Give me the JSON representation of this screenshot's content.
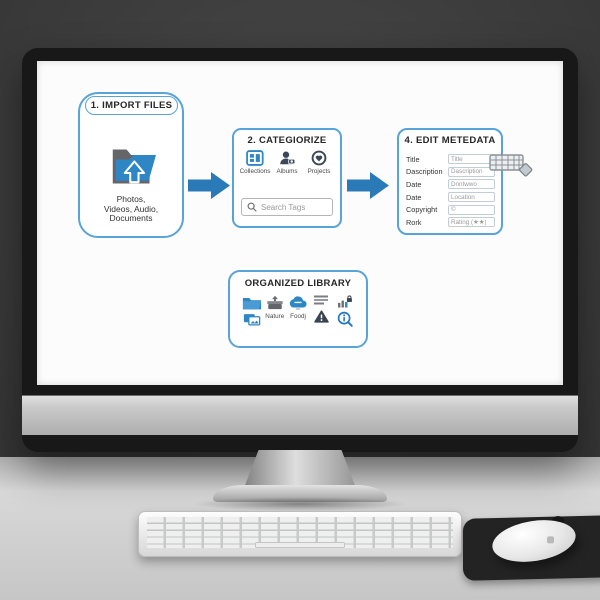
{
  "scene": {
    "description": "Desktop monitor displaying a photo organization workflow diagram",
    "colors": {
      "accent_blue": "#2b7ab8",
      "border_blue": "#58a3d7",
      "dark_icon": "#3b4857"
    }
  },
  "diagram": {
    "step1": {
      "title": "1. IMPORT FILES",
      "caption_lines": [
        "Photos,",
        "Videos, Audio,",
        "Documents"
      ]
    },
    "step2": {
      "title": "2. CATEGIORIZE",
      "items": [
        {
          "label": "Collections"
        },
        {
          "label": "Albums"
        },
        {
          "label": "Projects"
        }
      ],
      "search_placeholder": "Search Tags"
    },
    "step3": {
      "title": "4. EDIT METEDATA",
      "fields": [
        {
          "label": "Title",
          "value": "Title"
        },
        {
          "label": "Dascription",
          "value": "Dascription"
        },
        {
          "label": "Date",
          "value": "Dnntwwo"
        },
        {
          "label": "Date",
          "value": "Location"
        },
        {
          "label": "Copyright",
          "value": "©"
        },
        {
          "label": "Rork",
          "value": "Rating (★★)"
        }
      ]
    },
    "library": {
      "title": "ORGANIZED LIBRARY",
      "labels": {
        "nature": "Nature",
        "food": "Foodj"
      }
    }
  }
}
